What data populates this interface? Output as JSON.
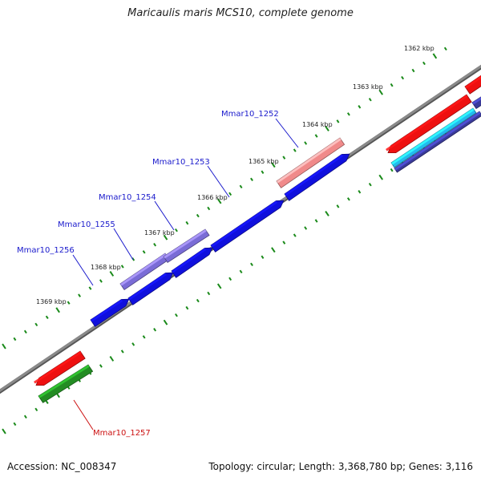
{
  "title": "Maricaulis maris MCS10, complete genome",
  "footer": {
    "accession": "Accession: NC_008347",
    "summary": "Topology: circular; Length: 3,368,780 bp; Genes: 3,116"
  },
  "colors": {
    "backbone": "#777777",
    "tick": "#1a8a1a",
    "label_blue": "#1a1acc",
    "label_red": "#cc1111",
    "gene_blue": "#1010dd",
    "gene_purple": "#7a6cd6",
    "gene_pink": "#f08a8a",
    "gene_red": "#ee1010",
    "gene_green": "#238c23",
    "gene_cyan": "#22bbee",
    "gene_navy": "#3a3a9a"
  },
  "kbp_labels": [
    "1362 kbp",
    "1363 kbp",
    "1364 kbp",
    "1365 kbp",
    "1366 kbp",
    "1367 kbp",
    "1368 kbp",
    "1369 kbp"
  ],
  "genes": [
    {
      "name": "Mmar10_1252",
      "color": "blue"
    },
    {
      "name": "Mmar10_1253",
      "color": "blue"
    },
    {
      "name": "Mmar10_1254",
      "color": "blue"
    },
    {
      "name": "Mmar10_1255",
      "color": "blue"
    },
    {
      "name": "Mmar10_1256",
      "color": "blue"
    },
    {
      "name": "Mmar10_1257",
      "color": "red"
    }
  ]
}
